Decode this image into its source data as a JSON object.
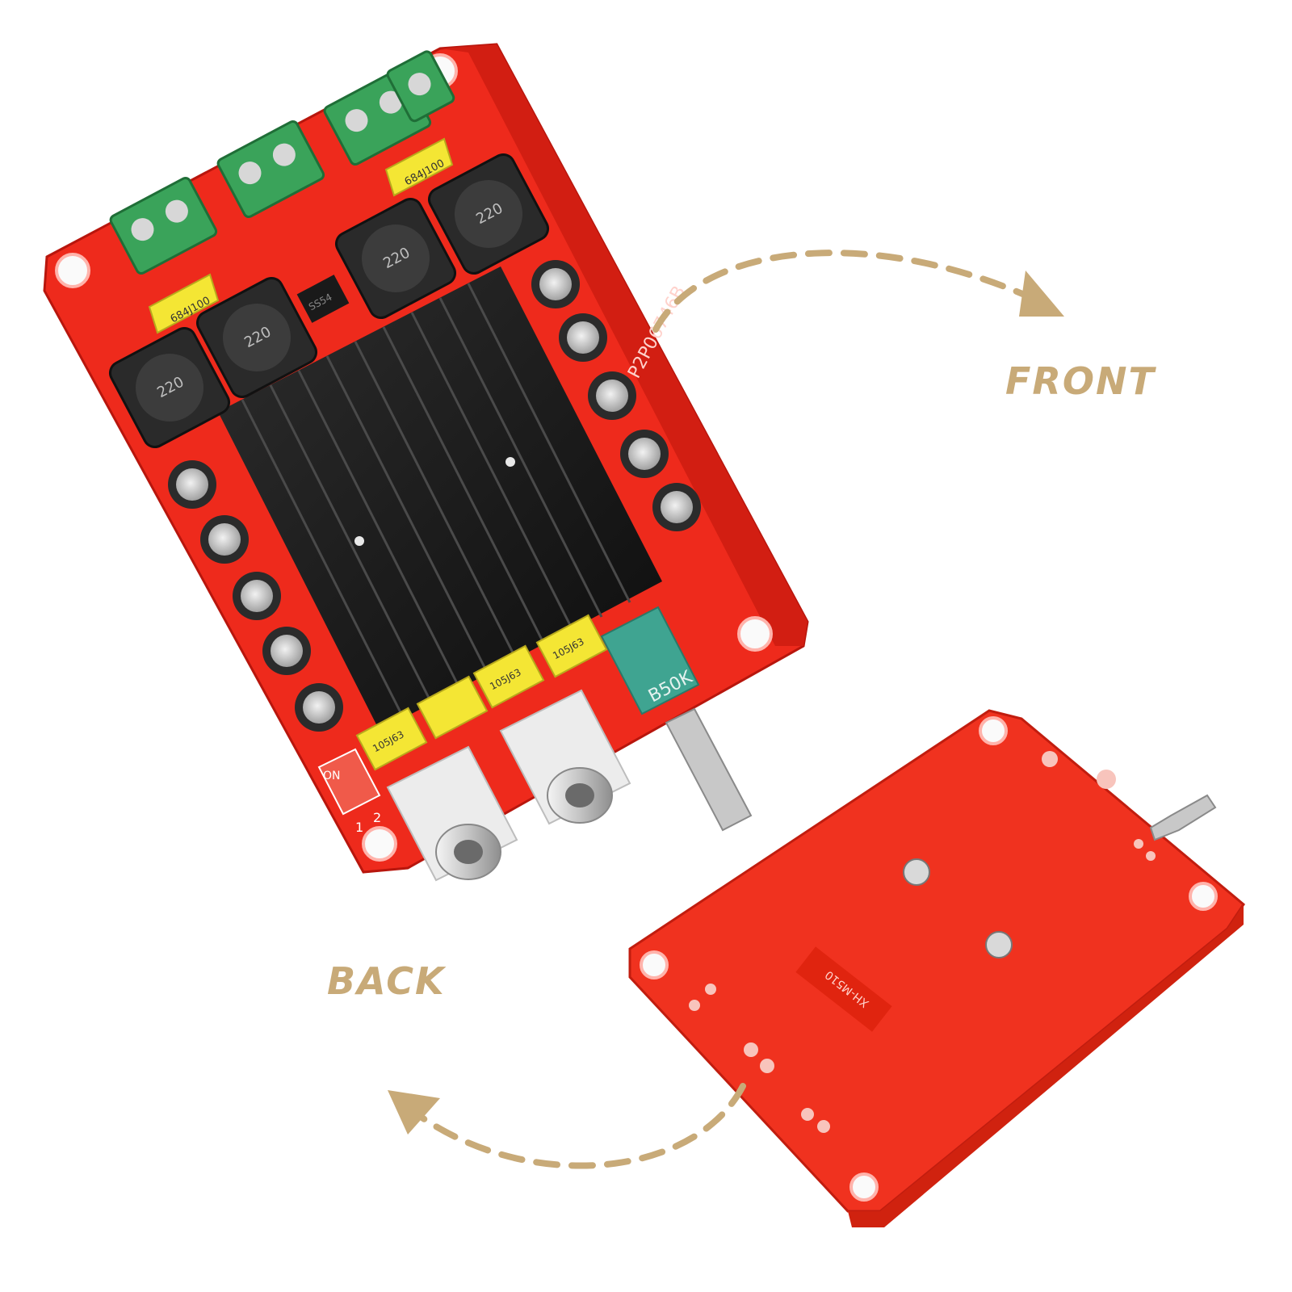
{
  "labels": {
    "front": "FRONT",
    "back": "BACK"
  },
  "board": {
    "pcb_code": "P2P06746B",
    "inductor_value": "220",
    "film_cap_top": "684J100",
    "film_cap_bottom": "105J63",
    "potentiometer": "B50K",
    "diode": "SS54",
    "dip_switch_on": "ON",
    "dip_switch_1": "1",
    "dip_switch_2": "2",
    "back_model": "XH-M510"
  },
  "colors": {
    "label": "#c8aa78",
    "arrow": "#c8aa78",
    "pcb": "#ee2a1c",
    "pcb_dark": "#c41a10",
    "pcb_back": "#f0321f",
    "heatsink": "#1a1a1a",
    "terminal": "#3aa35a",
    "inductor": "#2a2a2a",
    "film_cap": "#f4e634",
    "capacitor": "#2b2b2b",
    "pot_body": "#3fa491",
    "rca": "#d9d9d9"
  }
}
